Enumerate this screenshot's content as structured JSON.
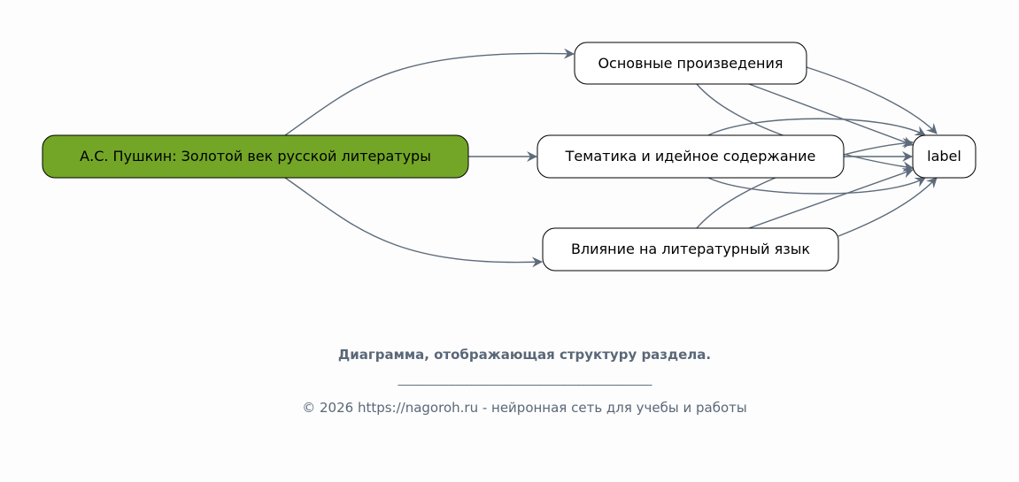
{
  "diagram": {
    "nodes": {
      "root": "А.С. Пушкин: Золотой век русской литературы",
      "works": "Основные произведения",
      "themes": "Тематика и идейное содержание",
      "influence": "Влияние на литературный язык",
      "label": "label"
    },
    "colors": {
      "root_fill": "#73a626",
      "node_fill": "#ffffff",
      "edge": "#5d6b7a",
      "caption": "#5a6878"
    }
  },
  "caption": {
    "title": "Диаграмма, отображающая структуру раздела.",
    "divider": "____________________________________________________",
    "footer": "© 2026 https://nagoroh.ru - нейронная сеть для учебы и работы"
  }
}
